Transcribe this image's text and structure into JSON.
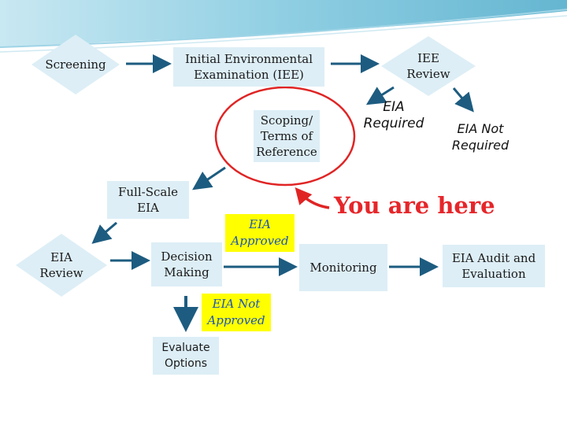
{
  "nodes": {
    "screening": "Screening",
    "iee": "Initial Environmental\nExamination (IEE)",
    "iee_review": "IEE\nReview",
    "scoping": "Scoping/\nTerms of\nReference",
    "eia_required": "EIA\nRequired",
    "eia_not_required": "EIA Not\nRequired",
    "full_scale_eia": "Full-Scale\nEIA",
    "you_are_here": "You are here",
    "eia_review": "EIA\nReview",
    "decision_making": "Decision\nMaking",
    "eia_approved": "EIA\nApproved",
    "monitoring": "Monitoring",
    "eia_audit": "EIA Audit and\nEvaluation",
    "eia_not_approved": "EIA Not\nApproved",
    "evaluate_options": "Evaluate\nOptions"
  },
  "colors": {
    "box_fill": "#ddeef6",
    "arrow": "#1d5c80",
    "highlight_ring": "#e02424",
    "you_are_here": "#e6262a",
    "approval_fill": "#ffff00",
    "approval_text": "#1e56b4",
    "header_swoosh": "#5fb8d4"
  }
}
